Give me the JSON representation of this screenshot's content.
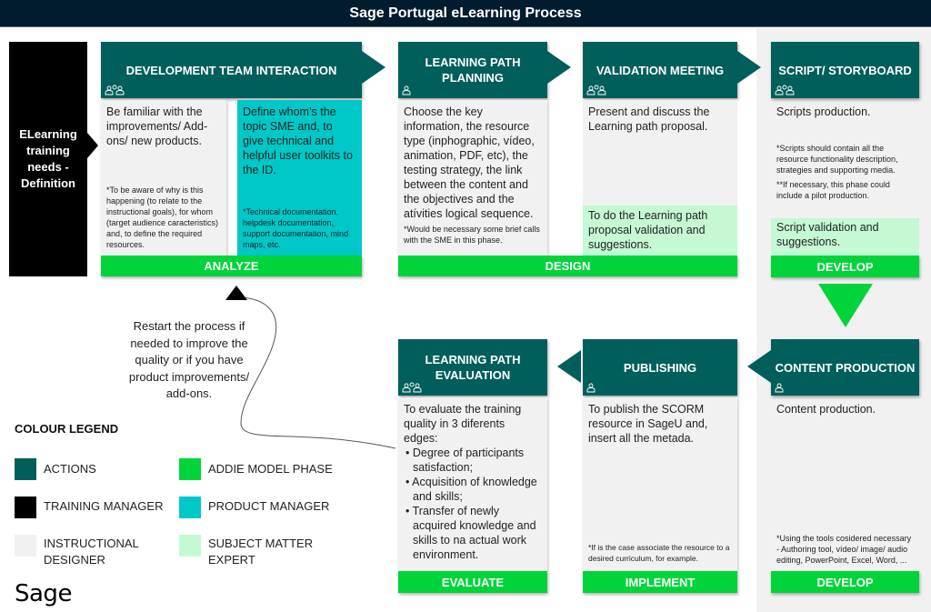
{
  "title": "Sage Portugal eLearning Process",
  "start": {
    "label": "ELearning training needs - Definition"
  },
  "colors": {
    "actions": "#005f5b",
    "addie_phase": "#00d43a",
    "training_manager": "#000000",
    "product_manager": "#00c8c8",
    "instructional_designer": "#f1f1f1",
    "subject_matter_expert": "#c4f9d3",
    "title_bar": "#011c2e"
  },
  "steps": {
    "dev_team": {
      "title": "DEVELOPMENT TEAM INTERACTION",
      "icon": "group-icon",
      "left_text": "Be familiar with the improvements/ Add-ons/ new products.",
      "left_note": "*To be aware of why  is this happening (to relate to the instructional goals), for whom (target audience caracteristics) and, to define the required resources.",
      "right_text": "Define whom’s the topic SME and, to give technical and helpful user toolkits to the ID.",
      "right_note": "*Technical documentation, helpdesk documentation, support documentation, mind maps, etc.",
      "phase": "ANALYZE"
    },
    "lp_planning": {
      "title": "LEARNING PATH PLANNING",
      "icon": "person-icon",
      "text": "Choose the key information, the resource type (inphographic, vídeo, animation, PDF, etc), the testing strategy, the link between the content and the objectives and the atívities logical sequence.",
      "note": "*Would be necessary some brief calls with the SME in this phase."
    },
    "validation": {
      "title": "VALIDATION MEETING",
      "icon": "group-icon",
      "text": "Present and discuss the Learning path proposal.",
      "sme_text": "To do the Learning path proposal validation and suggestions."
    },
    "design_phase": "DESIGN",
    "script": {
      "title": "SCRIPT/ STORYBOARD",
      "icon": "group-icon",
      "text": "Scripts production.",
      "note1": "*Scripts should contain all the resource functionality description, strategies and supporting media.",
      "note2": "**If necessary, this phase could include a pilot production.",
      "sme_text": "Script validation and suggestions.",
      "phase": "DEVELOP"
    },
    "content": {
      "title": "CONTENT PRODUCTION",
      "icon": "person-icon",
      "text": "Content production.",
      "note": "*Using the tools cosidered necessary - Authoring tool, vídeo/ image/ audio editing, PowerPoint, Excel, Word, ...",
      "phase": "DEVELOP"
    },
    "publishing": {
      "title": "PUBLISHING",
      "icon": "person-icon",
      "text": "To publish the SCORM resource in SageU and, insert all the metada.",
      "note": "*If is the case associate the resource to a desired curriculum, for example.",
      "phase": "IMPLEMENT"
    },
    "evaluation": {
      "title": "LEARNING PATH EVALUATION",
      "icon": "group-icon",
      "intro": "To evaluate the training quality in 3 diferents edges:",
      "bullets": [
        "Degree of participants satisfaction;",
        "Acquisition of knowledge and skills;",
        "Transfer of newly acquired knowledge and skills to na actual work environment."
      ],
      "phase": "EVALUATE"
    }
  },
  "restart_note": "Restart the process if needed to improve the quality or if you have product improvements/ add-ons.",
  "legend": {
    "title": "COLOUR LEGEND",
    "items": [
      {
        "label": "ACTIONS",
        "color": "#005f5b"
      },
      {
        "label": "ADDIE MODEL PHASE",
        "color": "#00d43a"
      },
      {
        "label": "TRAINING MANAGER",
        "color": "#000000"
      },
      {
        "label": "PRODUCT MANAGER",
        "color": "#00c8c8"
      },
      {
        "label": "INSTRUCTIONAL DESIGNER",
        "color": "#f1f1f1"
      },
      {
        "label": "SUBJECT MATTER EXPERT",
        "color": "#c4f9d3"
      }
    ]
  },
  "logo": "Sage"
}
